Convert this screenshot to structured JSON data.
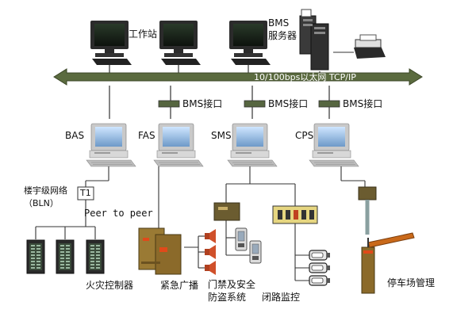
{
  "colors": {
    "backbone": "#5b6b3f",
    "cable": "#6e8a8a",
    "equipment_brown": "#8b6a2a",
    "panel_yellow": "#e6d680",
    "barrier": "#c9691a"
  },
  "labels": {
    "workstation": "工作站",
    "bms_server_line1": "BMS",
    "bms_server_line2": "服务器",
    "network": "10/100bps以太网  TCP/IP",
    "bms_interface_1": "BMS接口",
    "bms_interface_2": "BMS接口",
    "bms_interface_3": "BMS接口",
    "bas": "BAS",
    "fas": "FAS",
    "sms": "SMS",
    "cps": "CPS",
    "bln_line1": "楼宇级网络",
    "bln_line2": "（BLN）",
    "t1": "T1",
    "peer": "Peer to peer",
    "fire_controller": "火灾控制器",
    "emergency_broadcast": "紧急广播",
    "access_line1": "门禁及安全",
    "access_line2": "防盗系统",
    "cctv": "闭路监控",
    "parking": "停车场管理"
  },
  "icons": [
    "monitor-icon",
    "server-tower-icon",
    "printer-icon",
    "interface-block-icon",
    "terminal-icon",
    "controller-panel-icon",
    "cabinet-icon",
    "speaker-icon",
    "card-reader-icon",
    "camera-icon",
    "barrier-gate-icon"
  ]
}
